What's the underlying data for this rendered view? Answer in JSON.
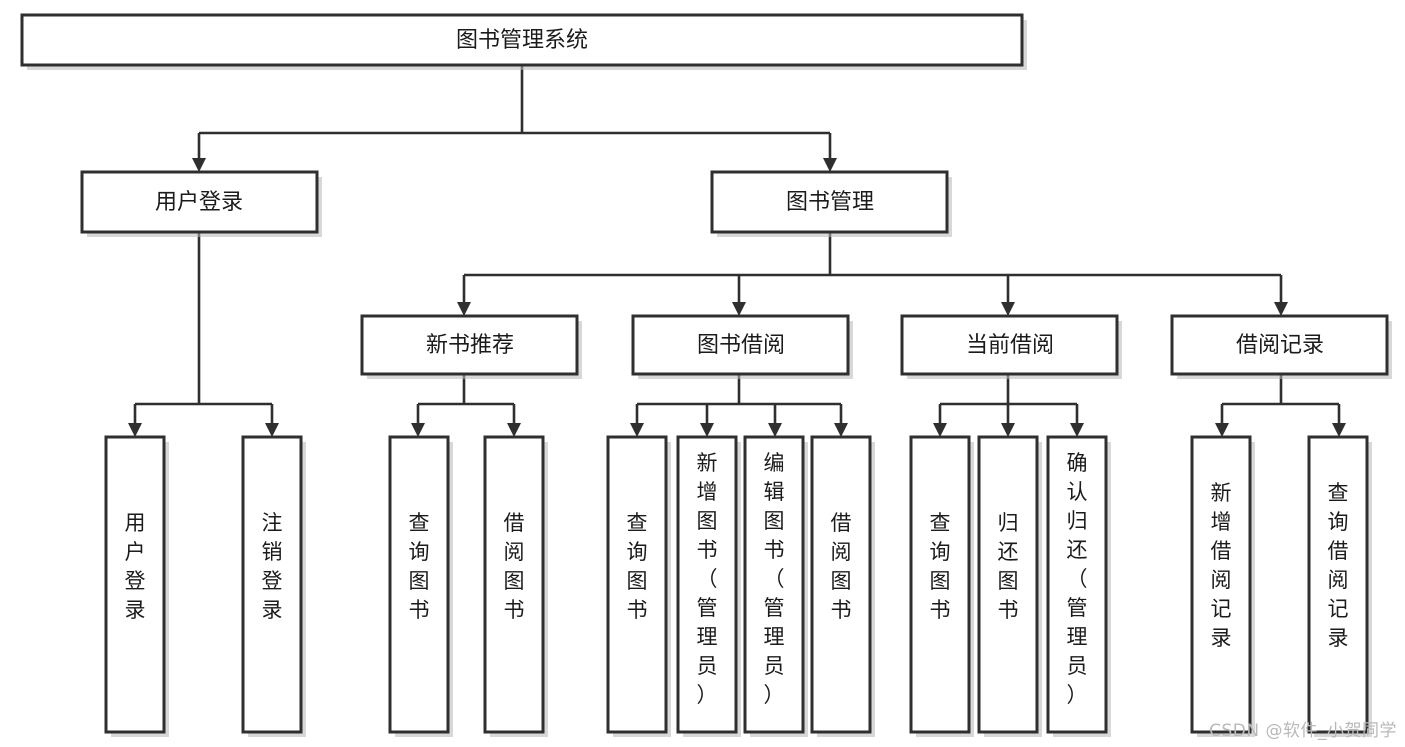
{
  "diagram": {
    "type": "tree",
    "title": "图书管理系统",
    "orientation": "top-down",
    "watermark": "CSDN @软件_小贺同学",
    "colors": {
      "box_border": "#2f2f2f",
      "box_fill": "#ffffff",
      "connector": "#2f2f2f",
      "text": "#1b1b1b",
      "watermark": "#b9b9b9",
      "background": "#ffffff"
    },
    "nodes": {
      "root": {
        "label": "图书管理系统"
      },
      "level2": [
        {
          "id": "user-login",
          "label": "用户登录"
        },
        {
          "id": "book-manage",
          "label": "图书管理"
        }
      ],
      "level3": [
        {
          "id": "new-book-recommend",
          "label": "新书推荐"
        },
        {
          "id": "book-borrow",
          "label": "图书借阅"
        },
        {
          "id": "current-borrow",
          "label": "当前借阅"
        },
        {
          "id": "borrow-record",
          "label": "借阅记录"
        }
      ],
      "leaves": [
        {
          "id": "leaf-user-login",
          "label": "用户登录",
          "parent": "user-login"
        },
        {
          "id": "leaf-logout-login",
          "label": "注销登录",
          "parent": "user-login"
        },
        {
          "id": "leaf-query-book-1",
          "label": "查询图书",
          "parent": "new-book-recommend"
        },
        {
          "id": "leaf-borrow-book-1",
          "label": "借阅图书",
          "parent": "new-book-recommend"
        },
        {
          "id": "leaf-query-book-2",
          "label": "查询图书",
          "parent": "book-borrow"
        },
        {
          "id": "leaf-add-book",
          "label": "新增图书（管理员）",
          "parent": "book-borrow"
        },
        {
          "id": "leaf-edit-book",
          "label": "编辑图书（管理员）",
          "parent": "book-borrow"
        },
        {
          "id": "leaf-borrow-book-2",
          "label": "借阅图书",
          "parent": "book-borrow"
        },
        {
          "id": "leaf-query-book-3",
          "label": "查询图书",
          "parent": "current-borrow"
        },
        {
          "id": "leaf-return-book",
          "label": "归还图书",
          "parent": "current-borrow"
        },
        {
          "id": "leaf-confirm-return",
          "label": "确认归还（管理员）",
          "parent": "current-borrow"
        },
        {
          "id": "leaf-add-record",
          "label": "新增借阅记录",
          "parent": "borrow-record"
        },
        {
          "id": "leaf-query-record",
          "label": "查询借阅记录",
          "parent": "borrow-record"
        }
      ]
    }
  }
}
